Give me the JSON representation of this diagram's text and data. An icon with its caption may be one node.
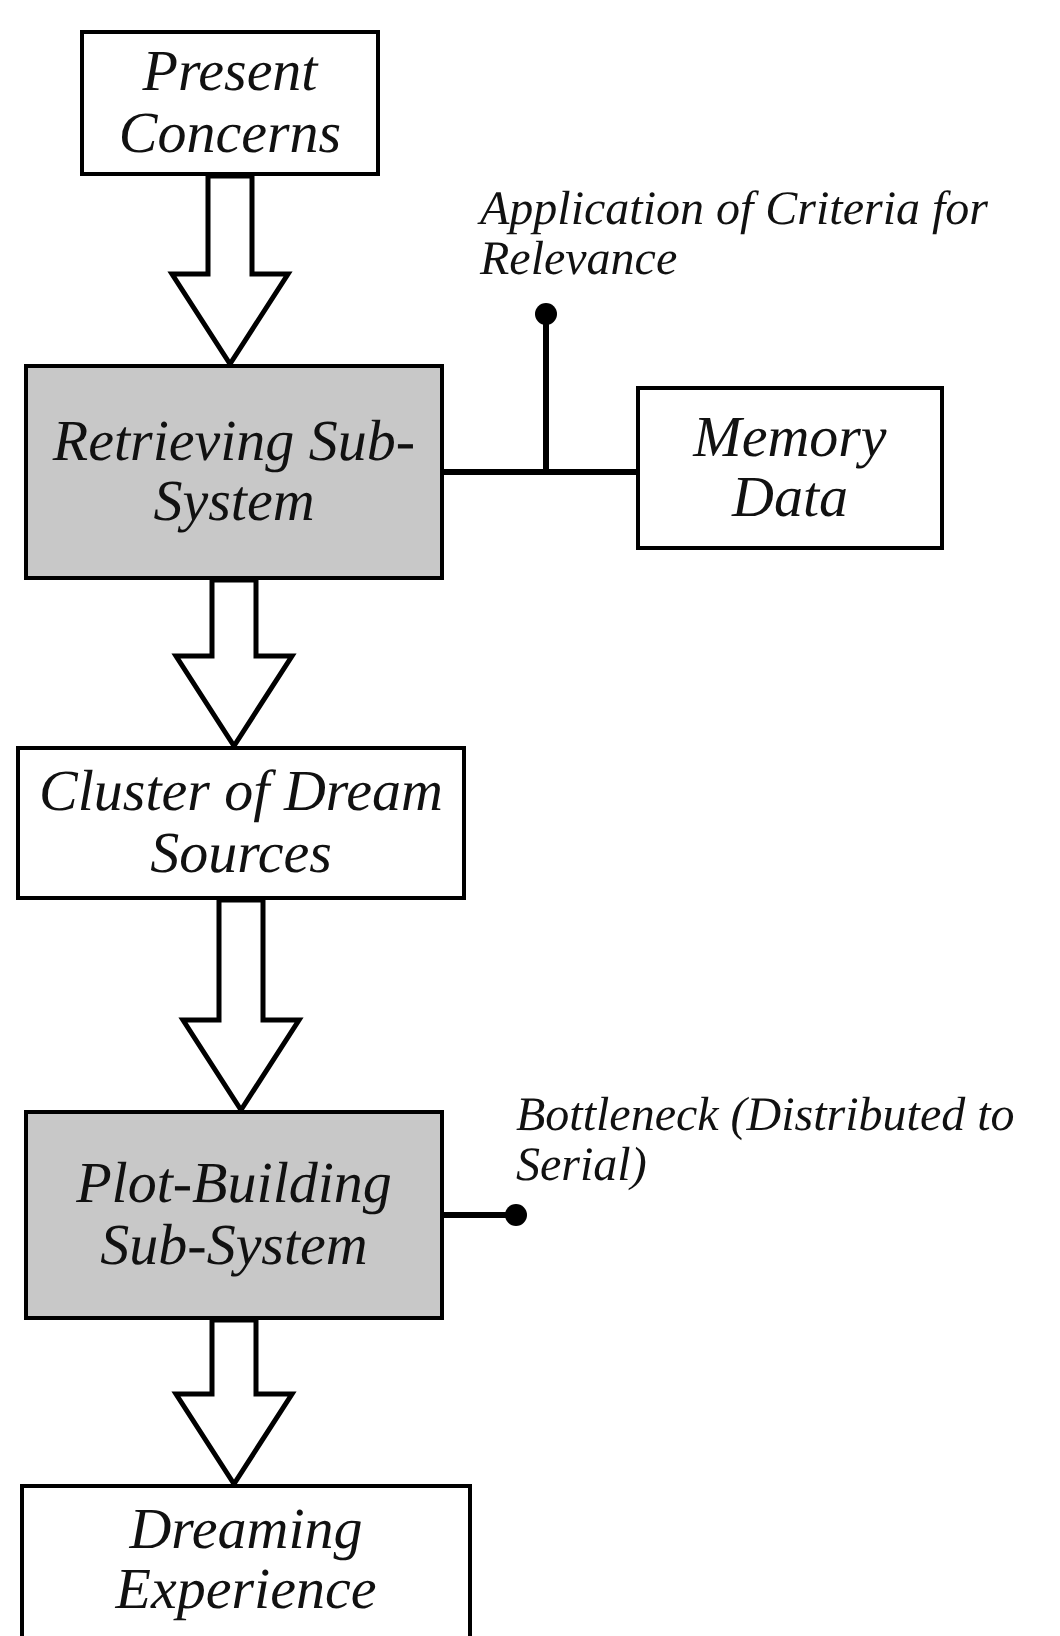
{
  "diagram": {
    "nodes": [
      {
        "text": [
          "Present Concerns"
        ]
      },
      {
        "text": [
          "Retrieving Sub-System"
        ]
      },
      {
        "text": [
          "Memory Data"
        ]
      },
      {
        "text": [
          "Application of Criteria for Relevance"
        ]
      },
      {
        "text": [
          "Cluster of Dream Sources"
        ]
      },
      {
        "text": [
          "Plot-Building Sub-System"
        ]
      },
      {
        "text": [
          "Bottleneck (Distributed to Serial)"
        ]
      },
      {
        "text": [
          "Dreaming Experience"
        ]
      }
    ],
    "edges": [
      {
        "from": 0,
        "to": 1,
        "arrow": "to",
        "style": "thick"
      },
      {
        "from": 1,
        "to": 2,
        "arrow": "none"
      },
      {
        "from": 3,
        "to": null,
        "arrow": "other"
      },
      {
        "from": 1,
        "to": 4,
        "arrow": "to",
        "style": "thick"
      },
      {
        "from": 4,
        "to": 5,
        "arrow": "to",
        "style": "thick"
      },
      {
        "from": 5,
        "to": 6,
        "arrow": "other"
      },
      {
        "from": 5,
        "to": 7,
        "arrow": "to",
        "style": "thick"
      }
    ]
  }
}
